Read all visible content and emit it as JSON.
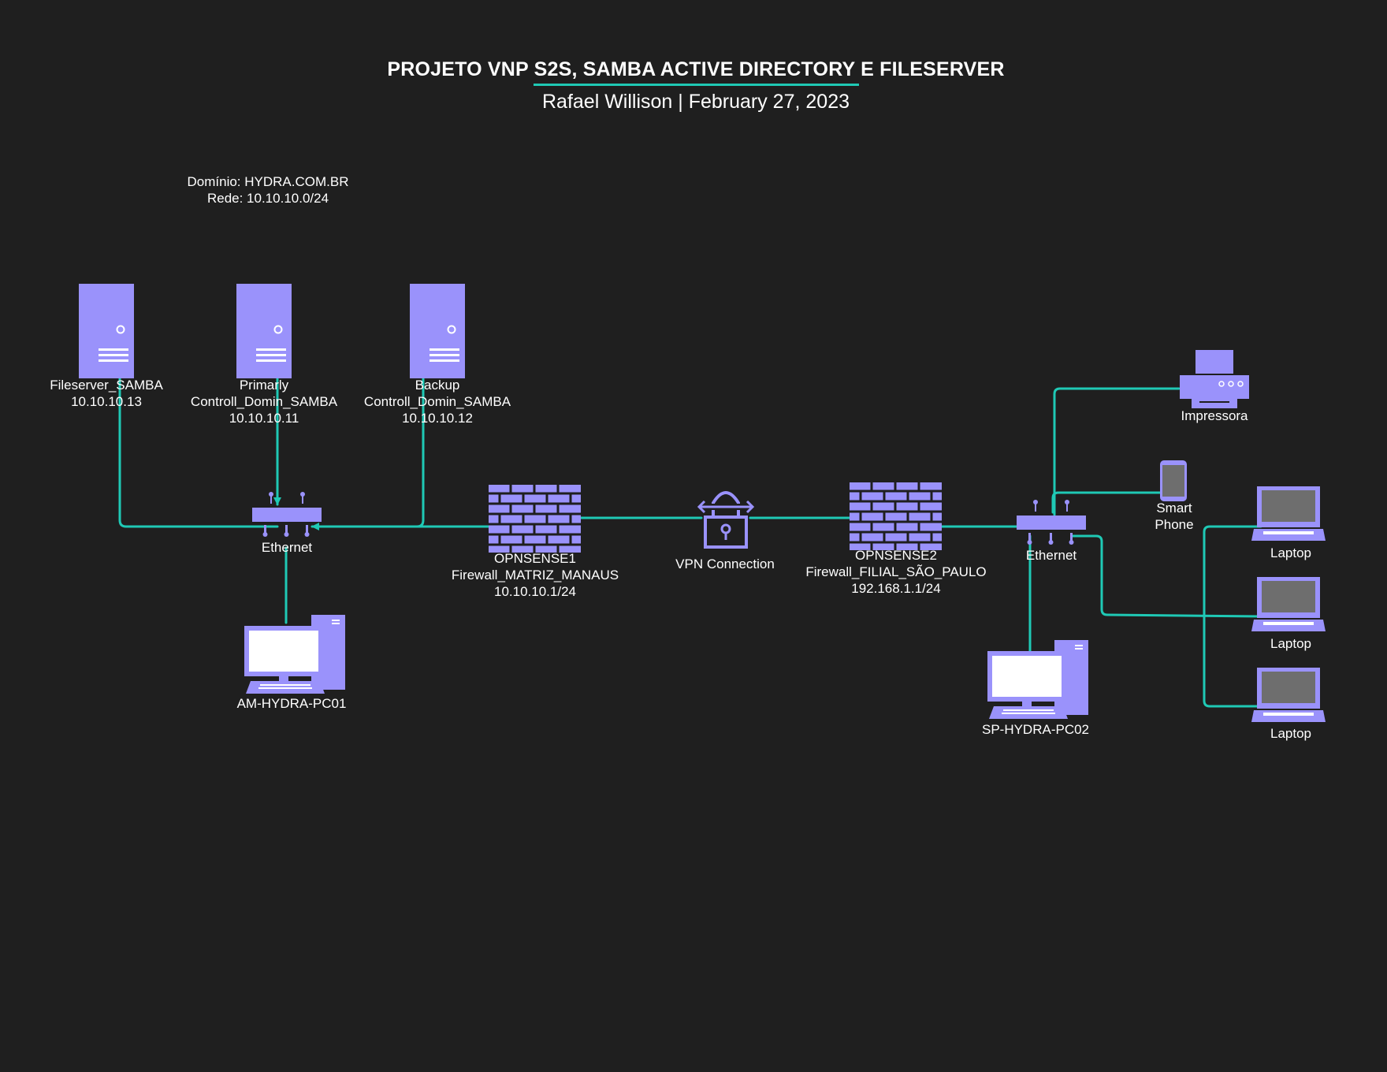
{
  "header": {
    "title": "PROJETO VNP S2S, SAMBA ACTIVE DIRECTORY E FILESERVER",
    "subtitle": "Rafael Willison  | February 27, 2023"
  },
  "domain_info": {
    "line1": "Domínio: HYDRA.COM.BR",
    "line2": "Rede: 10.10.10.0/24"
  },
  "colors": {
    "background": "#1f1f1f",
    "device": "#9a92fb",
    "connection": "#1fc9b5",
    "text": "#ffffff"
  },
  "nodes": {
    "fileserver": {
      "icon": "server-icon",
      "lines": [
        "Fileserver_SAMBA",
        "10.10.10.13"
      ]
    },
    "primary_dc": {
      "icon": "server-icon",
      "lines": [
        "Primarly",
        "Controll_Domin_SAMBA",
        "10.10.10.11"
      ]
    },
    "backup_dc": {
      "icon": "server-icon",
      "lines": [
        "Backup",
        "Controll_Domin_SAMBA",
        "10.10.10.12"
      ]
    },
    "switch_left": {
      "icon": "ethernet-switch-icon",
      "lines": [
        "Ethernet"
      ]
    },
    "pc01": {
      "icon": "desktop-computer-icon",
      "lines": [
        "AM-HYDRA-PC01"
      ]
    },
    "firewall1": {
      "icon": "firewall-icon",
      "lines": [
        "OPNSENSE1",
        "Firewall_MATRIZ_MANAUS",
        "10.10.10.1/24"
      ]
    },
    "vpn": {
      "icon": "vpn-lock-icon",
      "lines": [
        "VPN Connection"
      ]
    },
    "firewall2": {
      "icon": "firewall-icon",
      "lines": [
        "OPNSENSE2",
        "Firewall_FILIAL_SÃO_PAULO",
        "192.168.1.1/24"
      ]
    },
    "switch_right": {
      "icon": "ethernet-switch-icon",
      "lines": [
        "Ethernet"
      ]
    },
    "printer": {
      "icon": "printer-icon",
      "lines": [
        "Impressora"
      ]
    },
    "phone": {
      "icon": "smartphone-icon",
      "lines": [
        "Smart",
        "Phone"
      ]
    },
    "pc02": {
      "icon": "desktop-computer-icon",
      "lines": [
        "SP-HYDRA-PC02"
      ]
    },
    "laptop1": {
      "icon": "laptop-icon",
      "lines": [
        "Laptop"
      ]
    },
    "laptop2": {
      "icon": "laptop-icon",
      "lines": [
        "Laptop"
      ]
    },
    "laptop3": {
      "icon": "laptop-icon",
      "lines": [
        "Laptop"
      ]
    }
  },
  "connections": [
    [
      "fileserver",
      "switch_left"
    ],
    [
      "primary_dc",
      "switch_left"
    ],
    [
      "backup_dc",
      "switch_left"
    ],
    [
      "firewall1",
      "switch_left"
    ],
    [
      "switch_left",
      "pc01"
    ],
    [
      "firewall1",
      "vpn"
    ],
    [
      "vpn",
      "firewall2"
    ],
    [
      "firewall2",
      "switch_right"
    ],
    [
      "switch_right",
      "printer"
    ],
    [
      "switch_right",
      "phone"
    ],
    [
      "switch_right",
      "pc02"
    ],
    [
      "switch_right",
      "laptop1"
    ],
    [
      "switch_right",
      "laptop2"
    ],
    [
      "switch_right",
      "laptop3"
    ]
  ]
}
